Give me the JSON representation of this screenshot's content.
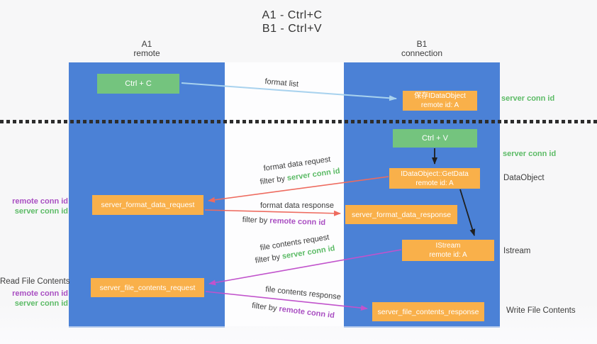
{
  "title": {
    "line1": "A1 - Ctrl+C",
    "line2": "B1 - Ctrl+V"
  },
  "columns": {
    "a1": {
      "title": "A1",
      "subtitle": "remote"
    },
    "b1": {
      "title": "B1",
      "subtitle": "connection"
    }
  },
  "nodes": {
    "ctrl_c": {
      "label": "Ctrl + C"
    },
    "save_idataobject": {
      "line1": "保存IDataObject",
      "line2": "remote id: A"
    },
    "ctrl_v": {
      "label": "Ctrl + V"
    },
    "getdata": {
      "line1": "IDataObject::GetData",
      "line2": "remote id: A"
    },
    "server_format_data_request": {
      "label": "server_format_data_request"
    },
    "server_format_data_response": {
      "label": "server_format_data_response"
    },
    "istream": {
      "line1": "IStream",
      "line2": "remote id: A"
    },
    "server_file_contents_request": {
      "label": "server_file_contents_request"
    },
    "server_file_contents_response": {
      "label": "server_file_contents_response"
    }
  },
  "labels": {
    "server_conn_id": "server conn id",
    "remote_conn_id": "remote conn id",
    "dataobject": "DataObject",
    "istream": "Istream",
    "write_file_contents": "Write File Contents",
    "read_file_contents": "Read File Contents",
    "format_list": "format list",
    "format_data_request": "format data request",
    "format_data_response": "format data response",
    "file_contents_request": "file contents request",
    "file_contents_response": "file contents response",
    "filter_by": "filter by "
  },
  "colors": {
    "lane_blue": "#4b81d6",
    "node_orange": "#f9b04a",
    "node_green": "#74c47e",
    "green_text": "#5cbb66",
    "purple_text": "#a94fc2",
    "red_arrow": "#ee6b5f",
    "magenta_arrow": "#c153cc",
    "lightblue_arrow": "#a8d2ee",
    "black_arrow": "#1f1f1f",
    "dark_text": "#3c3c3c"
  }
}
